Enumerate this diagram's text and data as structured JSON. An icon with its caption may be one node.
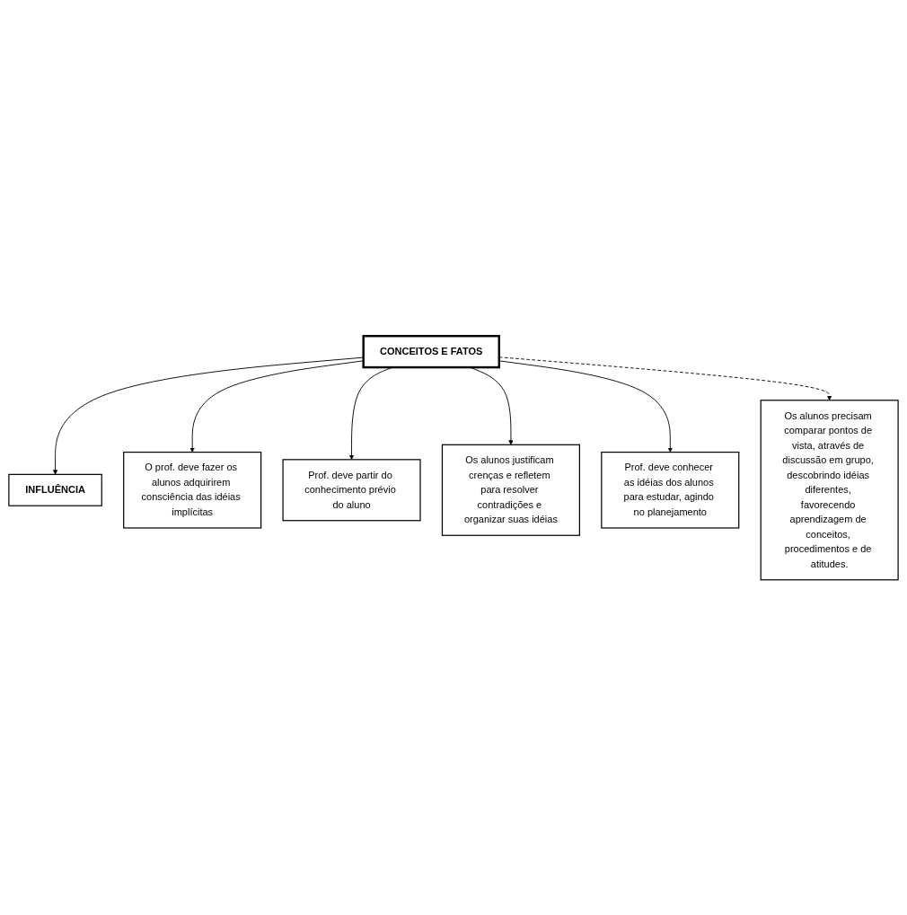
{
  "diagram": {
    "nodes": [
      {
        "text": [
          "INFLUÊNCIA"
        ]
      },
      {
        "text": [
          "O prof. deve fazer os alunos adquirirem consciência das idéias implícitas"
        ]
      },
      {
        "text": [
          "Prof. deve partir do conhecimento prévio do aluno"
        ]
      },
      {
        "text": [
          "CONCEITOS E FATOS"
        ]
      },
      {
        "text": [
          "Os alunos justificam crenças e refletem para resolver contradições e organizar suas idéias"
        ]
      },
      {
        "text": [
          "Prof. deve conhecer as idéias dos alunos para estudar, agindo no planejamento"
        ]
      },
      {
        "text": [
          "Os alunos precisam comparar pontos de vista, através de discussão em grupo, descobrindo idéias diferentes, favorecendo aprendizagem de conceitos, procedimentos e de atitudes."
        ]
      }
    ],
    "edges": [
      {
        "from": 3,
        "to": 0,
        "arrow": "to"
      },
      {
        "from": 3,
        "to": 1,
        "arrow": "to"
      },
      {
        "from": 3,
        "to": 2,
        "arrow": "to"
      },
      {
        "from": 3,
        "to": 4,
        "arrow": "to"
      },
      {
        "from": 3,
        "to": 5,
        "arrow": "to"
      },
      {
        "from": 3,
        "to": 6,
        "arrow": "to",
        "style": "dashed"
      }
    ]
  }
}
